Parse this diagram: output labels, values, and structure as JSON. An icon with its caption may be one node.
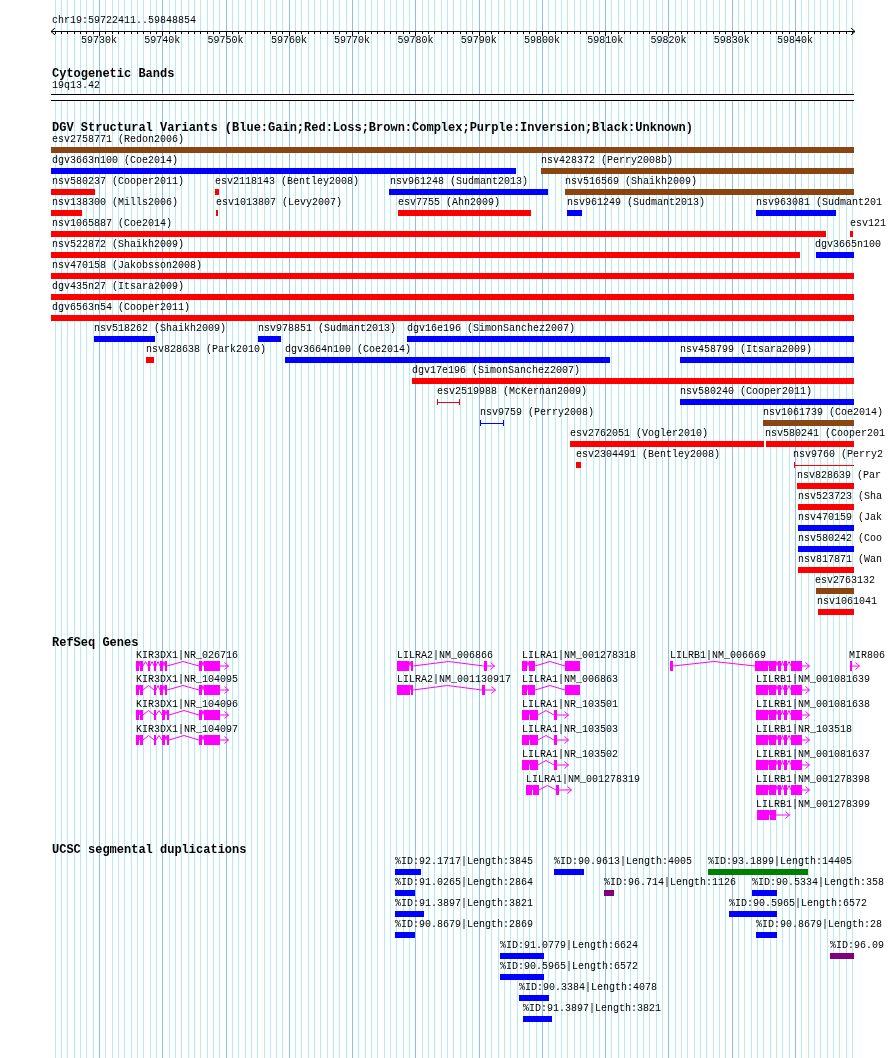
{
  "diagram": {
    "title": "chr19:59722411..59848854",
    "nodes": [
      {
        "text": [],
        "shape": "bar",
        "beside": [
          "19q13.42"
        ]
      },
      {
        "text": [],
        "shape": "bar",
        "beside": [
          "esv2758771 (Redon2006)"
        ]
      },
      {
        "text": [],
        "shape": "bar",
        "beside": [
          "dgv3663n100 (Coe2014)"
        ]
      },
      {
        "text": [],
        "shape": "bar",
        "beside": [
          "nsv428372 (Perry2008b)"
        ]
      },
      {
        "text": [],
        "shape": "bar",
        "beside": [
          "nsv580237 (Cooper2011)"
        ]
      },
      {
        "text": [],
        "shape": "bar",
        "beside": [
          "esv2118143 (Bentley2008)"
        ]
      },
      {
        "text": [],
        "shape": "bar",
        "beside": [
          "nsv961248 (Sudmant2013)"
        ]
      },
      {
        "text": [],
        "shape": "bar",
        "beside": [
          "nsv516569 (Shaikh2009)"
        ]
      },
      {
        "text": [],
        "shape": "bar",
        "beside": [
          "nsv138300 (Mills2006)"
        ]
      },
      {
        "text": [],
        "shape": "bar",
        "beside": [
          "esv1013807 (Levy2007)"
        ]
      },
      {
        "text": [],
        "shape": "bar",
        "beside": [
          "esv7755 (Ahn2009)"
        ]
      },
      {
        "text": [],
        "shape": "bar",
        "beside": [
          "nsv961249 (Sudmant2013)"
        ]
      },
      {
        "text": [],
        "shape": "bar",
        "beside": [
          "nsv963081 (Sudmant201"
        ]
      },
      {
        "text": [],
        "shape": "bar",
        "beside": [
          "nsv1065887 (Coe2014)"
        ]
      },
      {
        "text": [],
        "shape": "bar",
        "beside": [
          "esv121"
        ]
      },
      {
        "text": [],
        "shape": "bar",
        "beside": [
          "nsv522872 (Shaikh2009)"
        ]
      },
      {
        "text": [],
        "shape": "bar",
        "beside": [
          "dgv3665n100"
        ]
      },
      {
        "text": [],
        "shape": "bar",
        "beside": [
          "nsv470158 (Jakobsson2008)"
        ]
      },
      {
        "text": [],
        "shape": "bar",
        "beside": [
          "dgv435n27 (Itsara2009)"
        ]
      },
      {
        "text": [],
        "shape": "bar",
        "beside": [
          "dgv6563n54 (Cooper2011)"
        ]
      },
      {
        "text": [],
        "shape": "bar",
        "beside": [
          "nsv518262 (Shaikh2009)"
        ]
      },
      {
        "text": [],
        "shape": "bar",
        "beside": [
          "nsv978851 (Sudmant2013)"
        ]
      },
      {
        "text": [],
        "shape": "bar",
        "beside": [
          "dgv16e196 (SimonSanchez2007)"
        ]
      },
      {
        "text": [],
        "shape": "bar",
        "beside": [
          "nsv828638 (Park2010)"
        ]
      },
      {
        "text": [],
        "shape": "bar",
        "beside": [
          "dgv3664n100 (Coe2014)"
        ]
      },
      {
        "text": [],
        "shape": "bar",
        "beside": [
          "nsv458799 (Itsara2009)"
        ]
      },
      {
        "text": [],
        "shape": "bar",
        "beside": [
          "dgv17e196 (SimonSanchez2007)"
        ]
      },
      {
        "text": [],
        "shape": "line",
        "beside": [
          "esv2519988 (McKernan2009)"
        ]
      },
      {
        "text": [],
        "shape": "bar",
        "beside": [
          "nsv580240 (Cooper2011)"
        ]
      },
      {
        "text": [],
        "shape": "line",
        "beside": [
          "nsv9759 (Perry2008)"
        ]
      },
      {
        "text": [],
        "shape": "bar",
        "beside": [
          "nsv1061739 (Coe2014)"
        ]
      },
      {
        "text": [],
        "shape": "bar",
        "beside": [
          "esv2762051 (Vogler2010)"
        ]
      },
      {
        "text": [],
        "shape": "bar",
        "beside": [
          "nsv580241 (Cooper201"
        ]
      },
      {
        "text": [],
        "shape": "bar",
        "beside": [
          "esv2304491 (Bentley2008)"
        ]
      },
      {
        "text": [],
        "shape": "line",
        "beside": [
          "nsv9760 (Perry2"
        ]
      },
      {
        "text": [],
        "shape": "bar",
        "beside": [
          "nsv828639 (Par"
        ]
      },
      {
        "text": [],
        "shape": "bar",
        "beside": [
          "nsv523723 (Sha"
        ]
      },
      {
        "text": [],
        "shape": "bar",
        "beside": [
          "nsv470159 (Jak"
        ]
      },
      {
        "text": [],
        "shape": "bar",
        "beside": [
          "nsv580242 (Coo"
        ]
      },
      {
        "text": [],
        "shape": "bar",
        "beside": [
          "nsv817871 (Wan"
        ]
      },
      {
        "text": [],
        "shape": "bar",
        "beside": [
          "esv2763132"
        ]
      },
      {
        "text": [],
        "shape": "bar",
        "beside": [
          "nsv1061041"
        ]
      },
      {
        "text": [],
        "shape": "picture",
        "beside": [
          "KIR3DX1|NR_026716"
        ]
      },
      {
        "text": [],
        "shape": "picture",
        "beside": [
          "LILRA2|NM_006866"
        ]
      },
      {
        "text": [],
        "shape": "picture",
        "beside": [
          "LILRA1|NM_001278318"
        ]
      },
      {
        "text": [],
        "shape": "picture",
        "beside": [
          "LILRB1|NM_006669"
        ]
      },
      {
        "text": [],
        "shape": "picture",
        "beside": [
          "MIR806"
        ]
      },
      {
        "text": [],
        "shape": "picture",
        "beside": [
          "KIR3DX1|NR_104095"
        ]
      },
      {
        "text": [],
        "shape": "picture",
        "beside": [
          "LILRA2|NM_001130917"
        ]
      },
      {
        "text": [],
        "shape": "picture",
        "beside": [
          "LILRA1|NM_006863"
        ]
      },
      {
        "text": [],
        "shape": "picture",
        "beside": [
          "LILRB1|NM_001081639"
        ]
      },
      {
        "text": [],
        "shape": "picture",
        "beside": [
          "KIR3DX1|NR_104096"
        ]
      },
      {
        "text": [],
        "shape": "picture",
        "beside": [
          "LILRA1|NR_103501"
        ]
      },
      {
        "text": [],
        "shape": "picture",
        "beside": [
          "LILRB1|NM_001081638"
        ]
      },
      {
        "text": [],
        "shape": "picture",
        "beside": [
          "KIR3DX1|NR_104097"
        ]
      },
      {
        "text": [],
        "shape": "picture",
        "beside": [
          "LILRA1|NR_103503"
        ]
      },
      {
        "text": [],
        "shape": "picture",
        "beside": [
          "LILRB1|NR_103518"
        ]
      },
      {
        "text": [],
        "shape": "picture",
        "beside": [
          "LILRA1|NR_103502"
        ]
      },
      {
        "text": [],
        "shape": "picture",
        "beside": [
          "LILRB1|NM_001081637"
        ]
      },
      {
        "text": [],
        "shape": "picture",
        "beside": [
          "LILRA1|NM_001278319"
        ]
      },
      {
        "text": [],
        "shape": "picture",
        "beside": [
          "LILRB1|NM_001278398"
        ]
      },
      {
        "text": [],
        "shape": "picture",
        "beside": [
          "LILRB1|NM_001278399"
        ]
      },
      {
        "text": [],
        "shape": "bar",
        "beside": [
          "%ID:92.1717|Length:3845"
        ]
      },
      {
        "text": [],
        "shape": "bar",
        "beside": [
          "%ID:90.9613|Length:4005"
        ]
      },
      {
        "text": [],
        "shape": "bar",
        "beside": [
          "%ID:93.1899|Length:14405"
        ]
      },
      {
        "text": [],
        "shape": "bar",
        "beside": [
          "%ID:91.0265|Length:2864"
        ]
      },
      {
        "text": [],
        "shape": "bar",
        "beside": [
          "%ID:96.714|Length:1126"
        ]
      },
      {
        "text": [],
        "shape": "bar",
        "beside": [
          "%ID:90.5334|Length:358"
        ]
      },
      {
        "text": [],
        "shape": "bar",
        "beside": [
          "%ID:91.3897|Length:3821"
        ]
      },
      {
        "text": [],
        "shape": "bar",
        "beside": [
          "%ID:90.5965|Length:6572"
        ]
      },
      {
        "text": [],
        "shape": "bar",
        "beside": [
          "%ID:90.8679|Length:2869"
        ]
      },
      {
        "text": [],
        "shape": "bar",
        "beside": [
          "%ID:90.8679|Length:28"
        ]
      },
      {
        "text": [],
        "shape": "bar",
        "beside": [
          "%ID:91.0779|Length:6624"
        ]
      },
      {
        "text": [],
        "shape": "bar",
        "beside": [
          "%ID:96.09"
        ]
      },
      {
        "text": [],
        "shape": "bar",
        "beside": [
          "%ID:90.5965|Length:6572"
        ]
      },
      {
        "text": [],
        "shape": "bar",
        "beside": [
          "%ID:90.3384|Length:4078"
        ]
      },
      {
        "text": [],
        "shape": "bar",
        "beside": [
          "%ID:91.3897|Length:3821"
        ]
      }
    ],
    "labels": [
      "59730k",
      "59740k",
      "59750k",
      "59760k",
      "59770k",
      "59780k",
      "59790k",
      "59800k",
      "59810k",
      "59820k",
      "59830k",
      "59840k",
      "Cytogenetic Bands",
      "DGV Structural Variants (Blue:Gain;Red:Loss;Brown:Complex;Purple:Inversion;Black:Unknown)",
      "RefSeq Genes",
      "UCSC segmental duplications"
    ]
  }
}
